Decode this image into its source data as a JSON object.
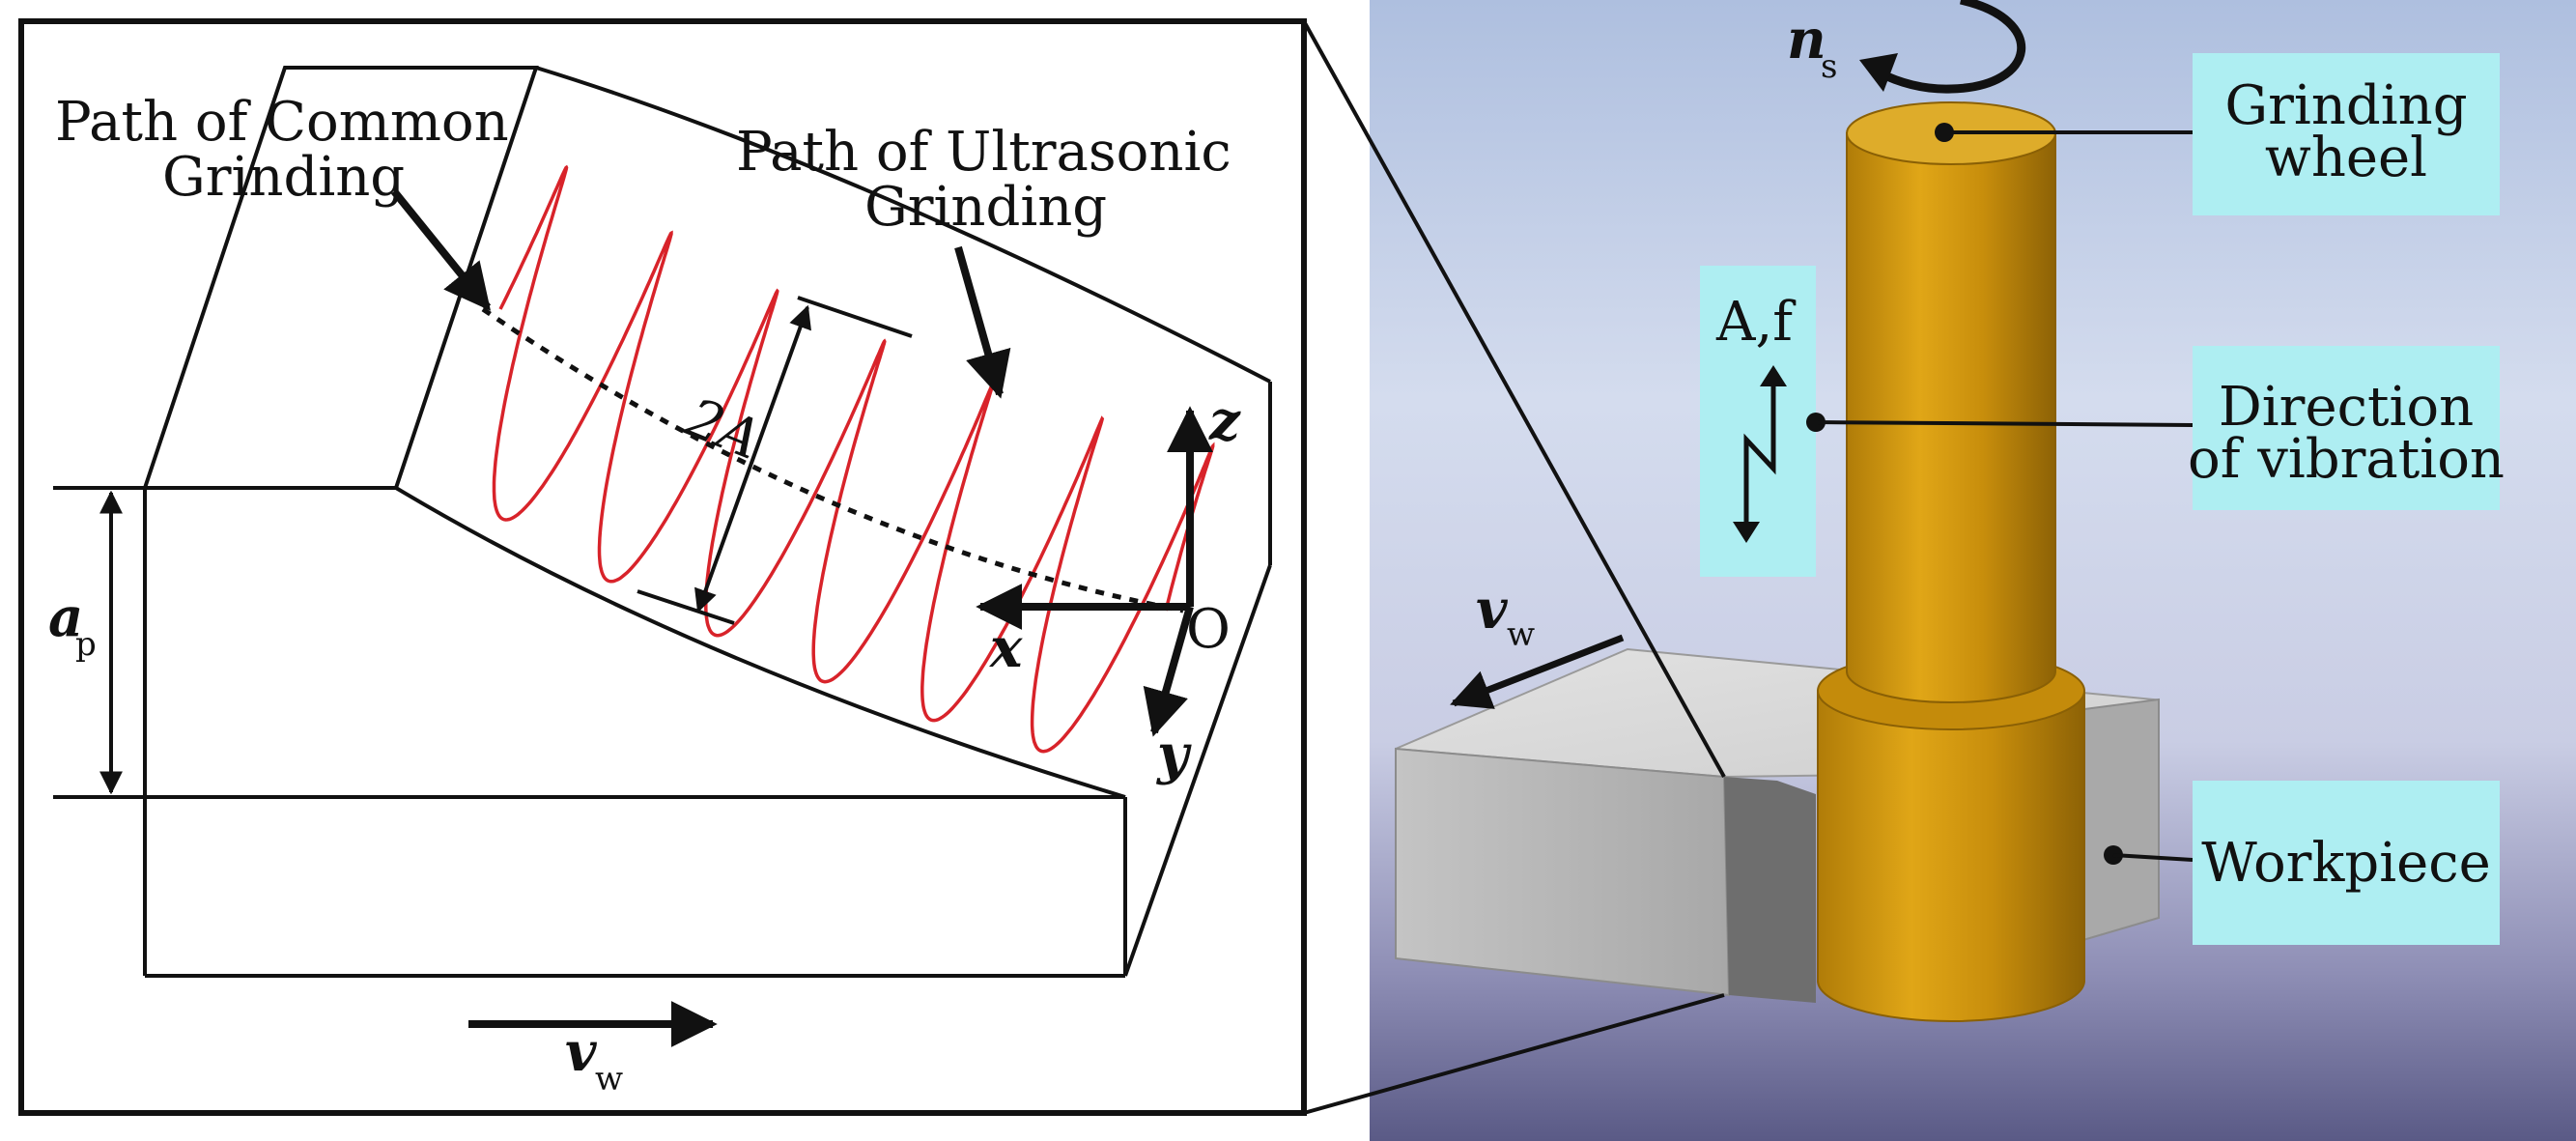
{
  "left_panel": {
    "path_common_line1": "Path of Common",
    "path_common_line2": "Grinding",
    "path_ultrasonic_line1": "Path of Ultrasonic",
    "path_ultrasonic_line2": "Grinding",
    "amplitude_label": "2A",
    "axis_z": "z",
    "axis_x": "x",
    "axis_y": "y",
    "origin": "O",
    "depth_symbol": "a",
    "depth_sub": "p",
    "feed_symbol": "v",
    "feed_sub": "w"
  },
  "right_panel": {
    "spindle_symbol": "n",
    "spindle_sub": "s",
    "vibration_params": "A,f",
    "feed_symbol": "v",
    "feed_sub": "w",
    "grinding_wheel_line1": "Grinding",
    "grinding_wheel_line2": "wheel",
    "direction_line1": "Direction",
    "direction_line2": "of vibration",
    "workpiece": "Workpiece"
  },
  "colors": {
    "wave": "#d8232a",
    "wheel": "#d59a0c",
    "callout_bg": "#aeeef2",
    "workpiece": "#b9b9b9"
  }
}
